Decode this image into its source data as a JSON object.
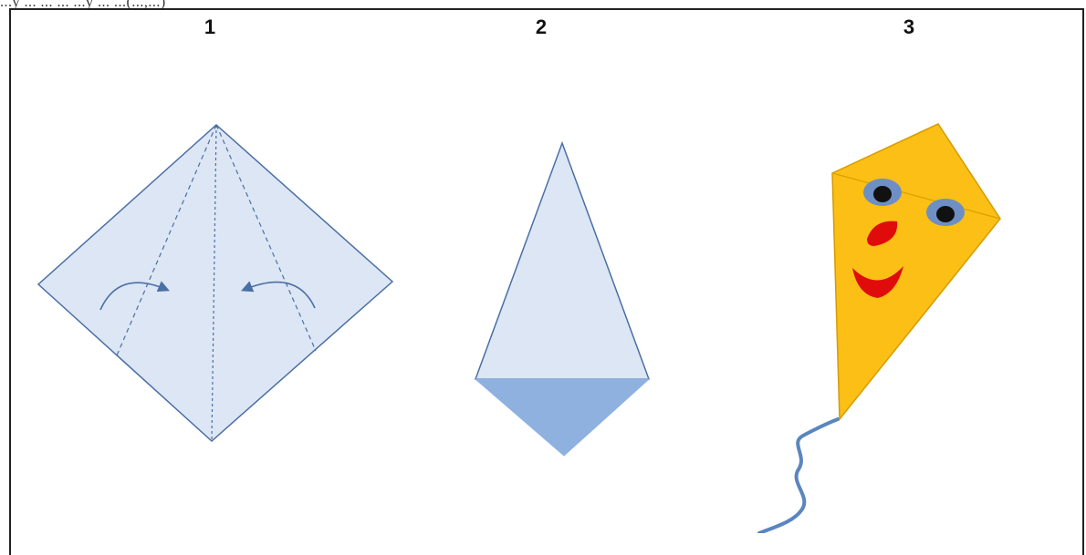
{
  "top_clip_text": "...y ... ... ... ...y ... ...(...,...)",
  "steps": [
    {
      "label": "1"
    },
    {
      "label": "2"
    },
    {
      "label": "3"
    }
  ],
  "colors": {
    "paper_fill": "#dde6f4",
    "paper_stroke": "#4a6fa5",
    "folded_flap": "#8eb1e0",
    "kite_fill": "#fbbf15",
    "kite_stroke": "#d79b00",
    "eye_ring": "#6e8fc4",
    "eye_pupil": "#111111",
    "face_red": "#e00c0c",
    "tail": "#5a86c0"
  }
}
